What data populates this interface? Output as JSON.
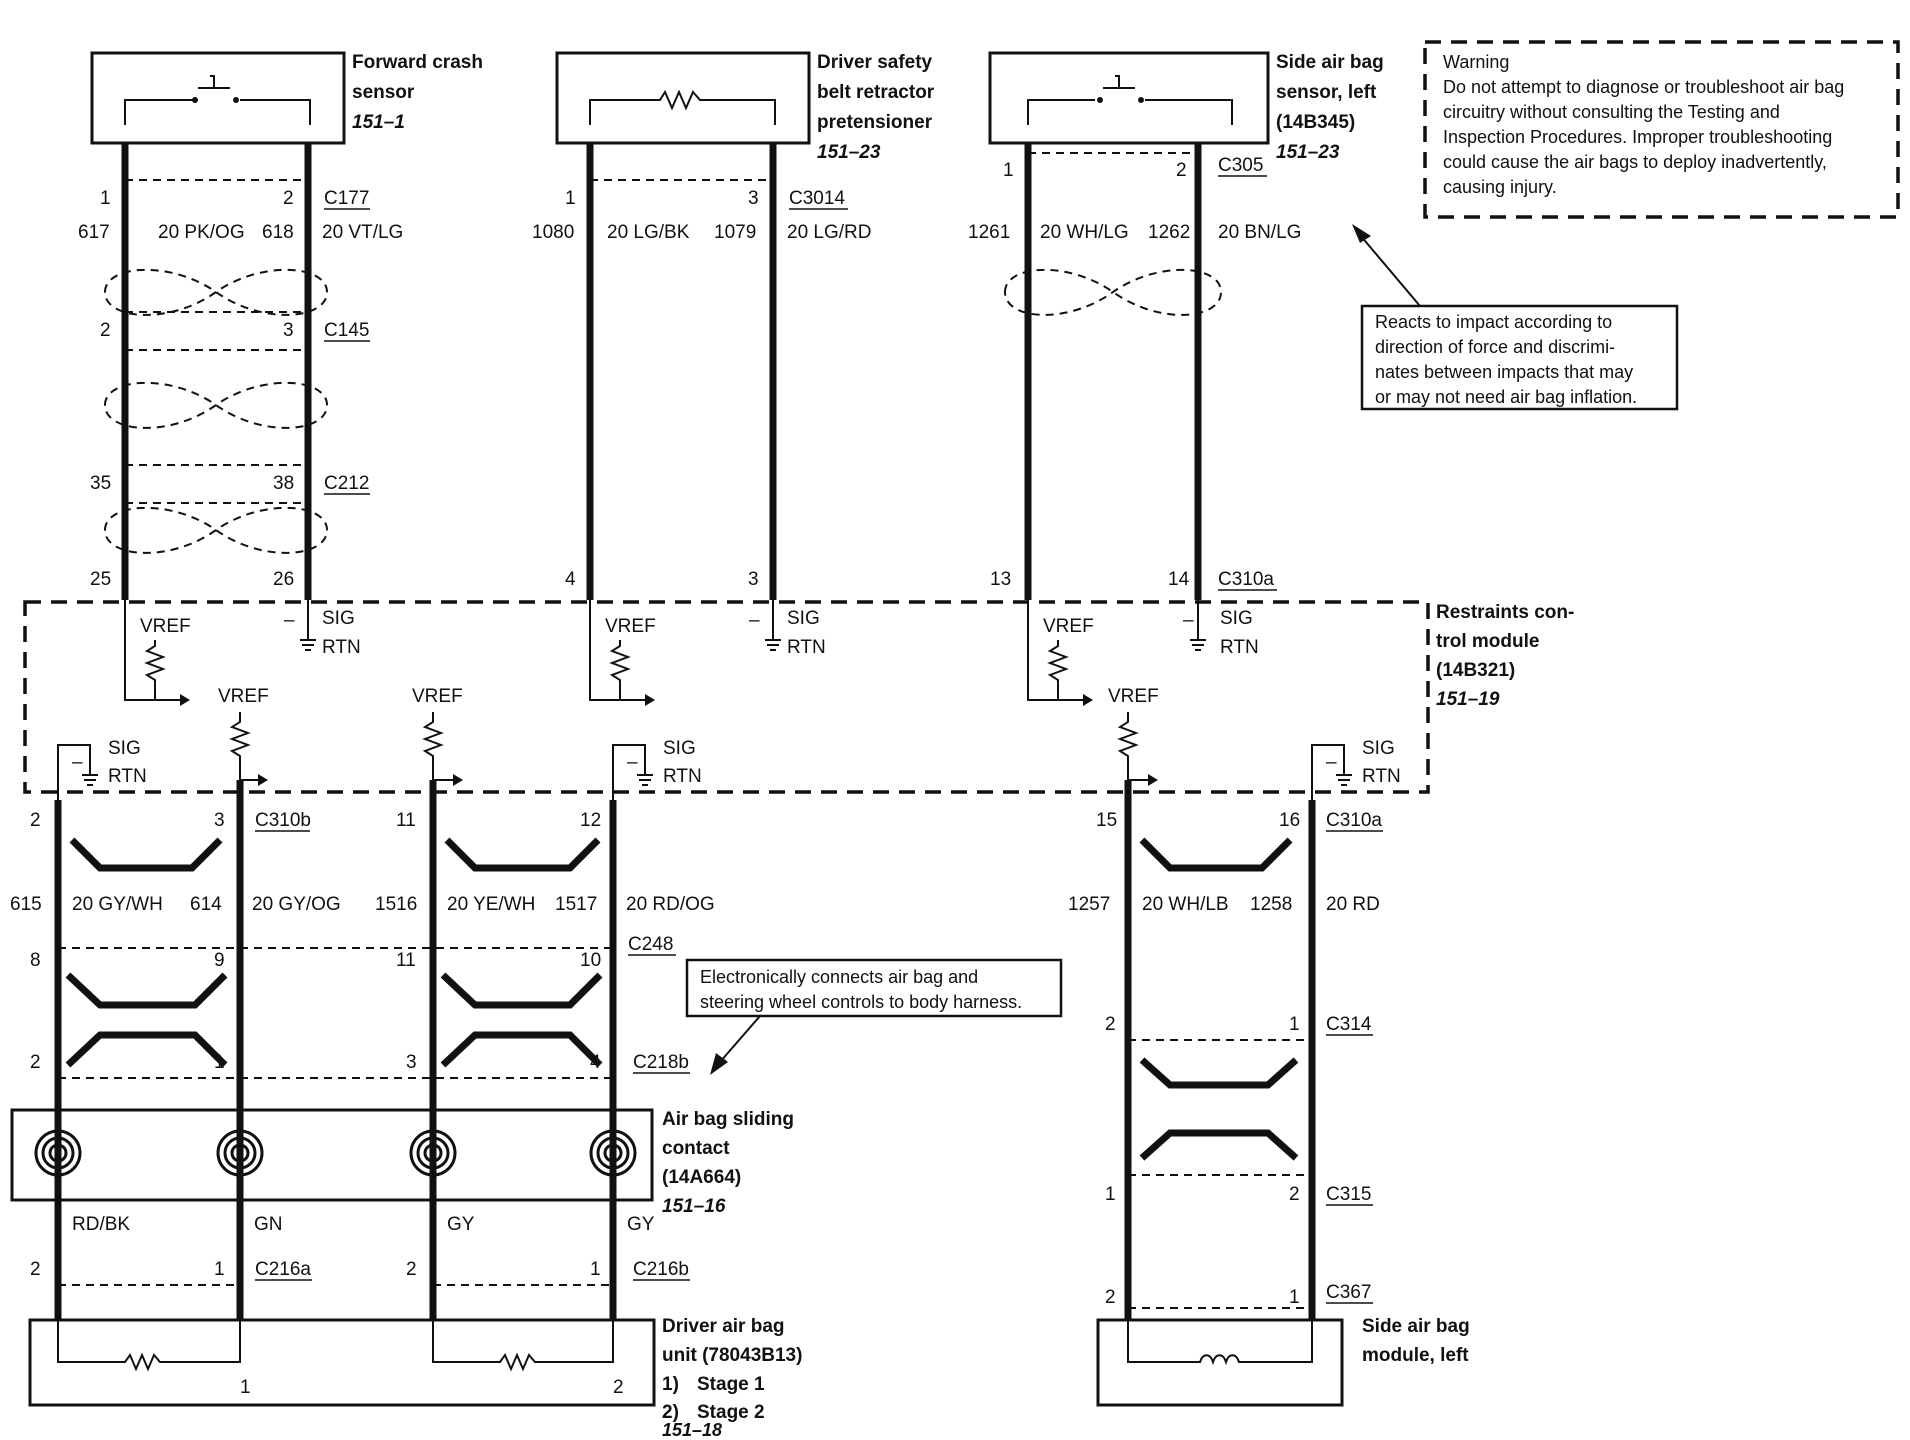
{
  "components": {
    "forward_crash_sensor": [
      "Forward crash",
      "sensor",
      "151–1"
    ],
    "belt_pretensioner": [
      "Driver safety",
      "belt retractor",
      "pretensioner",
      "151–23"
    ],
    "side_sensor_left": [
      "Side air bag",
      "sensor, left",
      "(14B345)",
      "151–23"
    ],
    "restraints_module": [
      "Restraints con-",
      "trol module",
      "(14B321)",
      "151–19"
    ],
    "sliding_contact": [
      "Air bag sliding",
      "contact",
      "(14A664)",
      "151–16"
    ],
    "driver_airbag": [
      "Driver air bag",
      "unit (78043B13)",
      "1)",
      "Stage 1",
      "2)",
      "Stage 2",
      "151–18"
    ],
    "side_airbag_module": [
      "Side air bag",
      "module, left"
    ]
  },
  "notes": {
    "warning": [
      "Warning",
      "Do not attempt to diagnose or troubleshoot air bag",
      "circuitry without consulting the Testing and",
      "Inspection Procedures. Improper troubleshooting",
      "could cause the air bags to deploy inadvertently,",
      "causing injury."
    ],
    "reacts": [
      "Reacts to impact according to",
      "direction of force and discrimi-",
      "nates between impacts that may",
      "or may not need air bag inflation."
    ],
    "electronically": [
      "Electronically connects air bag and",
      "steering wheel controls to body harness."
    ]
  },
  "connectors": {
    "c177": "C177",
    "c145": "C145",
    "c212": "C212",
    "c3014": "C3014",
    "c305": "C305",
    "c310a_top": "C310a",
    "c310b": "C310b",
    "c310a_bot": "C310a",
    "c248": "C248",
    "c218b": "C218b",
    "c216a": "C216a",
    "c216b": "C216b",
    "c314": "C314",
    "c315": "C315",
    "c367": "C367"
  },
  "circuits": {
    "fcs_a": [
      "617",
      "20 PK/OG"
    ],
    "fcs_b": [
      "618",
      "20 VT/LG"
    ],
    "bp_a": [
      "1080",
      "20 LG/BK"
    ],
    "bp_b": [
      "1079",
      "20 LG/RD"
    ],
    "ss_a": [
      "1261",
      "20 WH/LG"
    ],
    "ss_b": [
      "1262",
      "20 BN/LG"
    ],
    "da1_a": [
      "615",
      "20 GY/WH"
    ],
    "da1_b": [
      "614",
      "20 GY/OG"
    ],
    "da2_a": [
      "1516",
      "20 YE/WH"
    ],
    "da2_b": [
      "1517",
      "20 RD/OG"
    ],
    "sm_a": [
      "1257",
      "20 WH/LB"
    ],
    "sm_b": [
      "1258",
      "20 RD"
    ]
  },
  "pins": {
    "fcs_c177": [
      "1",
      "2"
    ],
    "fcs_c145": [
      "2",
      "3"
    ],
    "fcs_c212": [
      "35",
      "38"
    ],
    "fcs_c310a": [
      "25",
      "26"
    ],
    "bp_c3014": [
      "1",
      "3"
    ],
    "bp_c310a": [
      "4",
      "3"
    ],
    "ss_c305": [
      "1",
      "2"
    ],
    "ss_c310a": [
      "13",
      "14"
    ],
    "c310b": [
      "2",
      "3",
      "11",
      "12"
    ],
    "c310a_bot": [
      "15",
      "16"
    ],
    "c248": [
      "8",
      "9",
      "11",
      "10"
    ],
    "c218b": [
      "2",
      "1",
      "3",
      "4"
    ],
    "c216a": [
      "2",
      "1"
    ],
    "c216b": [
      "2",
      "1"
    ],
    "c314": [
      "2",
      "1"
    ],
    "c315": [
      "1",
      "2"
    ],
    "c367": [
      "2",
      "1"
    ],
    "stage": [
      "1",
      "2"
    ]
  },
  "module_labels": {
    "vref": "VREF",
    "sig": "SIG",
    "rtn": "RTN",
    "minus": "–"
  },
  "wire_colors": {
    "w1": "RD/BK",
    "w2": "GN",
    "w3": "GY",
    "w4": "GY"
  }
}
